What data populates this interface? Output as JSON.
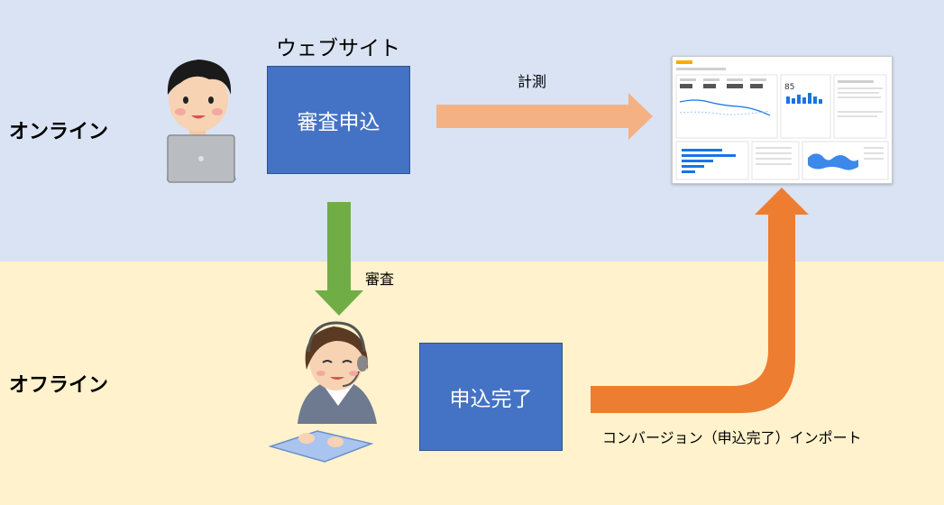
{
  "zones": {
    "online_label": "オンライン",
    "offline_label": "オフライン"
  },
  "website": {
    "caption": "ウェブサイト",
    "box_label": "審査申込"
  },
  "completion": {
    "box_label": "申込完了"
  },
  "arrows": {
    "measure_label": "計測",
    "review_label": "審査",
    "import_label": "コンバージョン（申込完了）インポート"
  },
  "dashboard": {
    "metric_value": "85"
  },
  "colors": {
    "online_bg": "#dae3f3",
    "offline_bg": "#fff2cc",
    "box_blue": "#4472c4",
    "measure_arrow": "#f4b183",
    "review_arrow": "#70ad47",
    "import_arrow": "#ed7d31"
  },
  "icons": {
    "customer": "person-with-laptop-icon",
    "operator": "call-center-operator-icon",
    "dashboard": "analytics-dashboard-thumbnail"
  }
}
